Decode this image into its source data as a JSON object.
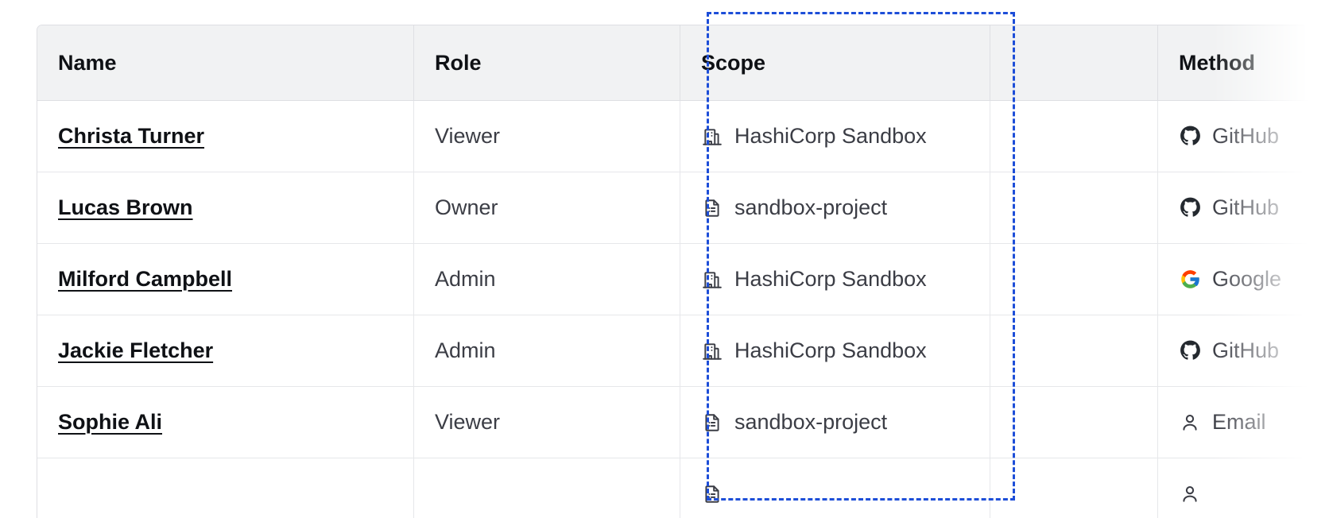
{
  "table": {
    "columns": [
      {
        "key": "name",
        "label": "Name"
      },
      {
        "key": "role",
        "label": "Role"
      },
      {
        "key": "scope",
        "label": "Scope"
      },
      {
        "key": "blank",
        "label": ""
      },
      {
        "key": "method",
        "label": "Method"
      }
    ],
    "rows": [
      {
        "name": "Christa Turner",
        "role": "Viewer",
        "scope": "HashiCorp Sandbox",
        "scope_icon": "organization-building-icon",
        "method": "GitHub",
        "method_icon": "github-icon"
      },
      {
        "name": "Lucas Brown",
        "role": "Owner",
        "scope": "sandbox-project",
        "scope_icon": "project-document-icon",
        "method": "GitHub",
        "method_icon": "github-icon"
      },
      {
        "name": "Milford Campbell",
        "role": "Admin",
        "scope": "HashiCorp Sandbox",
        "scope_icon": "organization-building-icon",
        "method": "Google",
        "method_icon": "google-icon"
      },
      {
        "name": "Jackie Fletcher",
        "role": "Admin",
        "scope": "HashiCorp Sandbox",
        "scope_icon": "organization-building-icon",
        "method": "GitHub",
        "method_icon": "github-icon"
      },
      {
        "name": "Sophie Ali",
        "role": "Viewer",
        "scope": "sandbox-project",
        "scope_icon": "project-document-icon",
        "method": "Email",
        "method_icon": "user-person-icon"
      },
      {
        "name": "",
        "role": "",
        "scope": "",
        "scope_icon": "",
        "method": "",
        "method_icon": ""
      }
    ]
  },
  "highlight": {
    "target_column": "Scope",
    "border_color": "#1d4ed8",
    "style": "dashed"
  },
  "colors": {
    "header_background": "#f1f2f3",
    "row_background": "#ffffff",
    "border": "#dedfe3",
    "row_border": "#e6e7ea",
    "text_primary": "#0f1115",
    "text_secondary": "#3b3d45",
    "highlight": "#1d4ed8"
  }
}
